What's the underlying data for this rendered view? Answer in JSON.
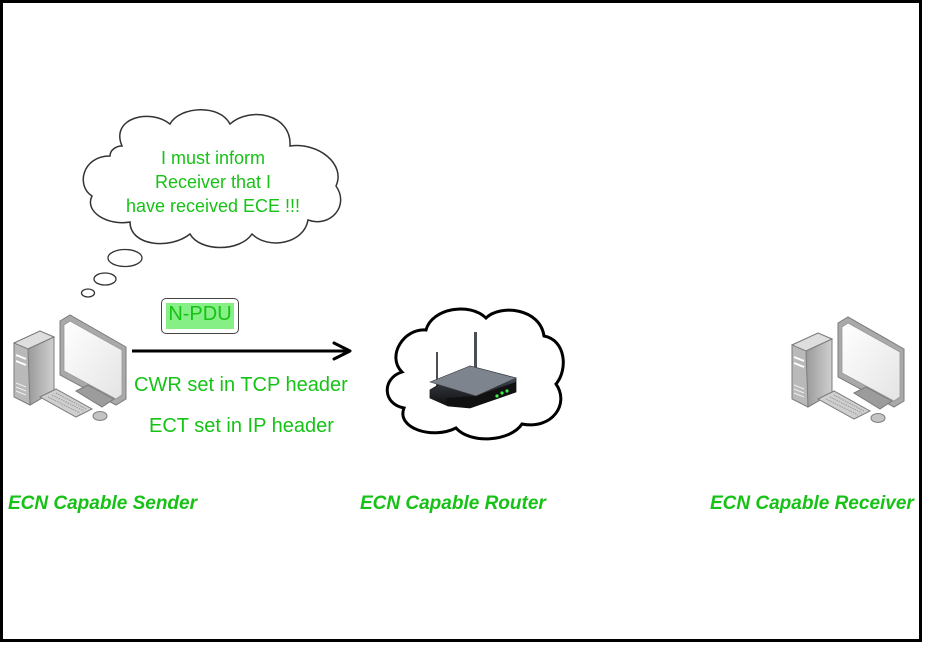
{
  "diagram": {
    "title": "ECN CWR notification diagram",
    "thought_bubble": {
      "lines": [
        "I must inform",
        "Receiver that I",
        "have received ECE !!!"
      ]
    },
    "packet": {
      "label": "N-PDU",
      "direction": "sender-to-router"
    },
    "headers": {
      "tcp": "CWR set in TCP header",
      "ip": "ECT set in IP header"
    },
    "nodes": [
      {
        "id": "sender",
        "label": "ECN Capable Sender",
        "icon": "desktop-computer-icon"
      },
      {
        "id": "router",
        "label": "ECN Capable Router",
        "icon": "wireless-router-icon"
      },
      {
        "id": "receiver",
        "label": "ECN Capable Receiver",
        "icon": "desktop-computer-icon"
      }
    ],
    "colors": {
      "text_green": "#17c217",
      "packet_fill": "#86f086",
      "outline": "#000000"
    }
  }
}
